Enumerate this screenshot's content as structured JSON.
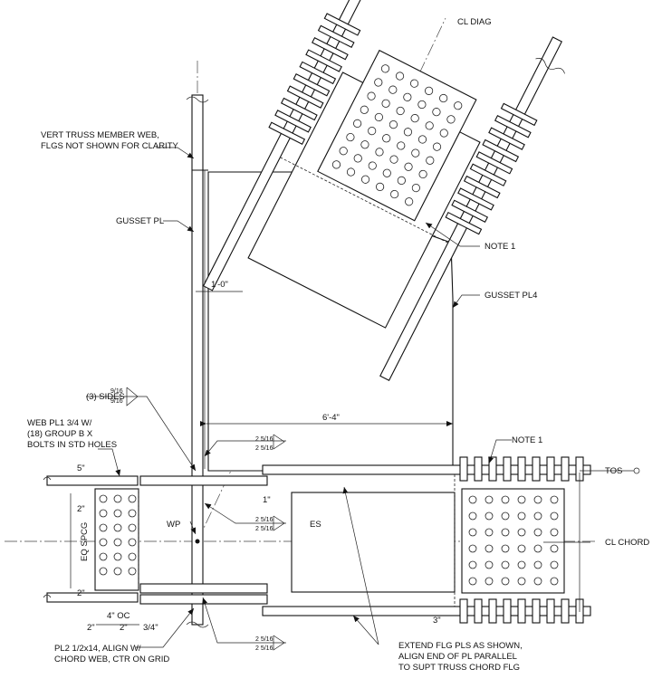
{
  "labels": {
    "cl_diag": "CL DIAG",
    "vert_truss_line1": "VERT TRUSS MEMBER WEB,",
    "vert_truss_line2": "FLGS NOT SHOWN FOR CLARITY",
    "gusset_pl": "GUSSET PL",
    "note1_top": "NOTE 1",
    "gusset_pl4": "GUSSET PL4",
    "dim_1_0": "1'-0\"",
    "three_sides": "(3) SIDES",
    "weld_9_16_a": "9/16",
    "weld_9_16_b": "9/16",
    "web_pl_line1": "WEB PL1 3/4 W/",
    "web_pl_line2": "(18) GROUP B X",
    "web_pl_line3": "BOLTS IN STD HOLES",
    "dim_6_4": "6'-4\"",
    "weld_2_5_16_a": "2 5/16",
    "weld_2_5_16_b": "2 5/16",
    "note1_right": "NOTE 1",
    "tos": "TOS",
    "dim_5": "5\"",
    "dim_2_top": "2\"",
    "dim_1": "1\"",
    "eq_spcg": "EQ SPCG",
    "wp": "WP",
    "weld_2_5_16_c": "2 5/16",
    "weld_2_5_16_d": "2 5/16",
    "es": "ES",
    "cl_chord": "CL CHORD",
    "dim_2_bot": "2\"",
    "dim_4_oc": "4\" OC",
    "dim_2_left": "2\"",
    "dim_2_mid": "2\"",
    "dim_3_4": "3/4\"",
    "dim_3": "3\"",
    "weld_2_5_16_e": "2 5/16",
    "weld_2_5_16_f": "2 5/16",
    "pl2_line1": "PL2 1/2x14, ALIGN W/",
    "pl2_line2": "CHORD WEB, CTR ON GRID",
    "extend_line1": "EXTEND FLG PLS AS SHOWN,",
    "extend_line2": "ALIGN END OF PL PARALLEL",
    "extend_line3": "TO SUPT TRUSS CHORD FLG"
  }
}
